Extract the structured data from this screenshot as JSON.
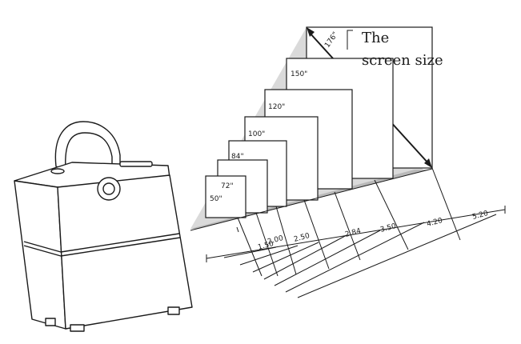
{
  "caption": {
    "line1": "The",
    "line2": "screen size"
  },
  "screens": [
    {
      "size": "50\""
    },
    {
      "size": "72\""
    },
    {
      "size": "84\""
    },
    {
      "size": "100\""
    },
    {
      "size": "120\""
    },
    {
      "size": "150\""
    },
    {
      "size": "176\""
    }
  ],
  "distances": [
    "1.50",
    "2.00",
    "2.50",
    "2.84",
    "3.50",
    "4.20",
    "5.20"
  ],
  "colors": {
    "line": "#1a1a1a",
    "beam": "#d9d9d9",
    "floor": "#b5b5b5"
  }
}
